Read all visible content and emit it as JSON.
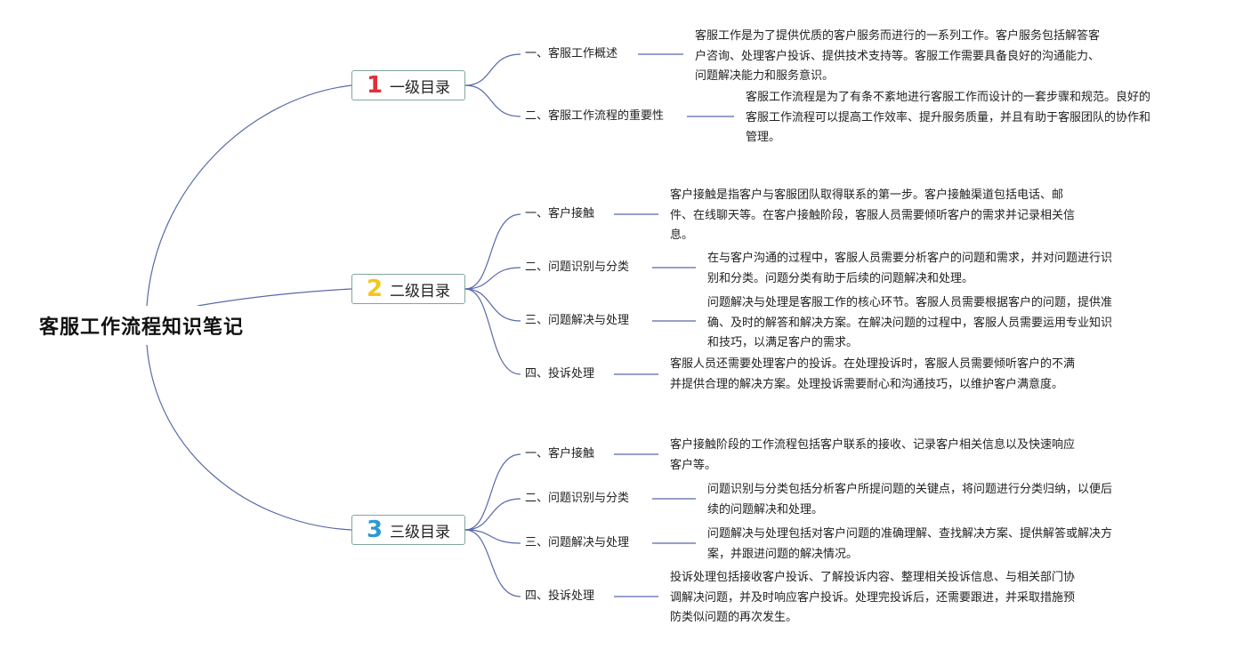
{
  "root": {
    "title": "客服工作流程知识笔记"
  },
  "sections": [
    {
      "number": "1",
      "title": "一级目录",
      "color": "#e0303a",
      "items": [
        {
          "label": "一、客服工作概述",
          "desc": "客服工作是为了提供优质的客户服务而进行的一系列工作。客户服务包括解答客\n户咨询、处理客户投诉、提供技术支持等。客服工作需要具备良好的沟通能力、\n问题解决能力和服务意识。"
        },
        {
          "label": "二、客服工作流程的重要性",
          "desc": "客服工作流程是为了有条不紊地进行客服工作而设计的一套步骤和规范。良好的\n客服工作流程可以提高工作效率、提升服务质量，并且有助于客服团队的协作和\n管理。"
        }
      ]
    },
    {
      "number": "2",
      "title": "二级目录",
      "color": "#f5c518",
      "items": [
        {
          "label": "一、客户接触",
          "desc": "客户接触是指客户与客服团队取得联系的第一步。客户接触渠道包括电话、邮\n件、在线聊天等。在客户接触阶段，客服人员需要倾听客户的需求并记录相关信\n息。"
        },
        {
          "label": "二、问题识别与分类",
          "desc": "在与客户沟通的过程中，客服人员需要分析客户的问题和需求，并对问题进行识\n别和分类。问题分类有助于后续的问题解决和处理。"
        },
        {
          "label": "三、问题解决与处理",
          "desc": "问题解决与处理是客服工作的核心环节。客服人员需要根据客户的问题，提供准\n确、及时的解答和解决方案。在解决问题的过程中，客服人员需要运用专业知识\n和技巧，以满足客户的需求。"
        },
        {
          "label": "四、投诉处理",
          "desc": "客服人员还需要处理客户的投诉。在处理投诉时，客服人员需要倾听客户的不满\n并提供合理的解决方案。处理投诉需要耐心和沟通技巧，以维护客户满意度。"
        }
      ]
    },
    {
      "number": "3",
      "title": "三级目录",
      "color": "#2a9ad6",
      "items": [
        {
          "label": "一、客户接触",
          "desc": "客户接触阶段的工作流程包括客户联系的接收、记录客户相关信息以及快速响应\n客户等。"
        },
        {
          "label": "二、问题识别与分类",
          "desc": "问题识别与分类包括分析客户所提问题的关键点，将问题进行分类归纳，以便后\n续的问题解决和处理。"
        },
        {
          "label": "三、问题解决与处理",
          "desc": "问题解决与处理包括对客户问题的准确理解、查找解决方案、提供解答或解决方\n案，并跟进问题的解决情况。"
        },
        {
          "label": "四、投诉处理",
          "desc": "投诉处理包括接收客户投诉、了解投诉内容、整理相关投诉信息、与相关部门协\n调解决问题，并及时响应客户投诉。处理完投诉后，还需要跟进，并采取措施预\n防类似问题的再次发生。"
        }
      ]
    }
  ]
}
